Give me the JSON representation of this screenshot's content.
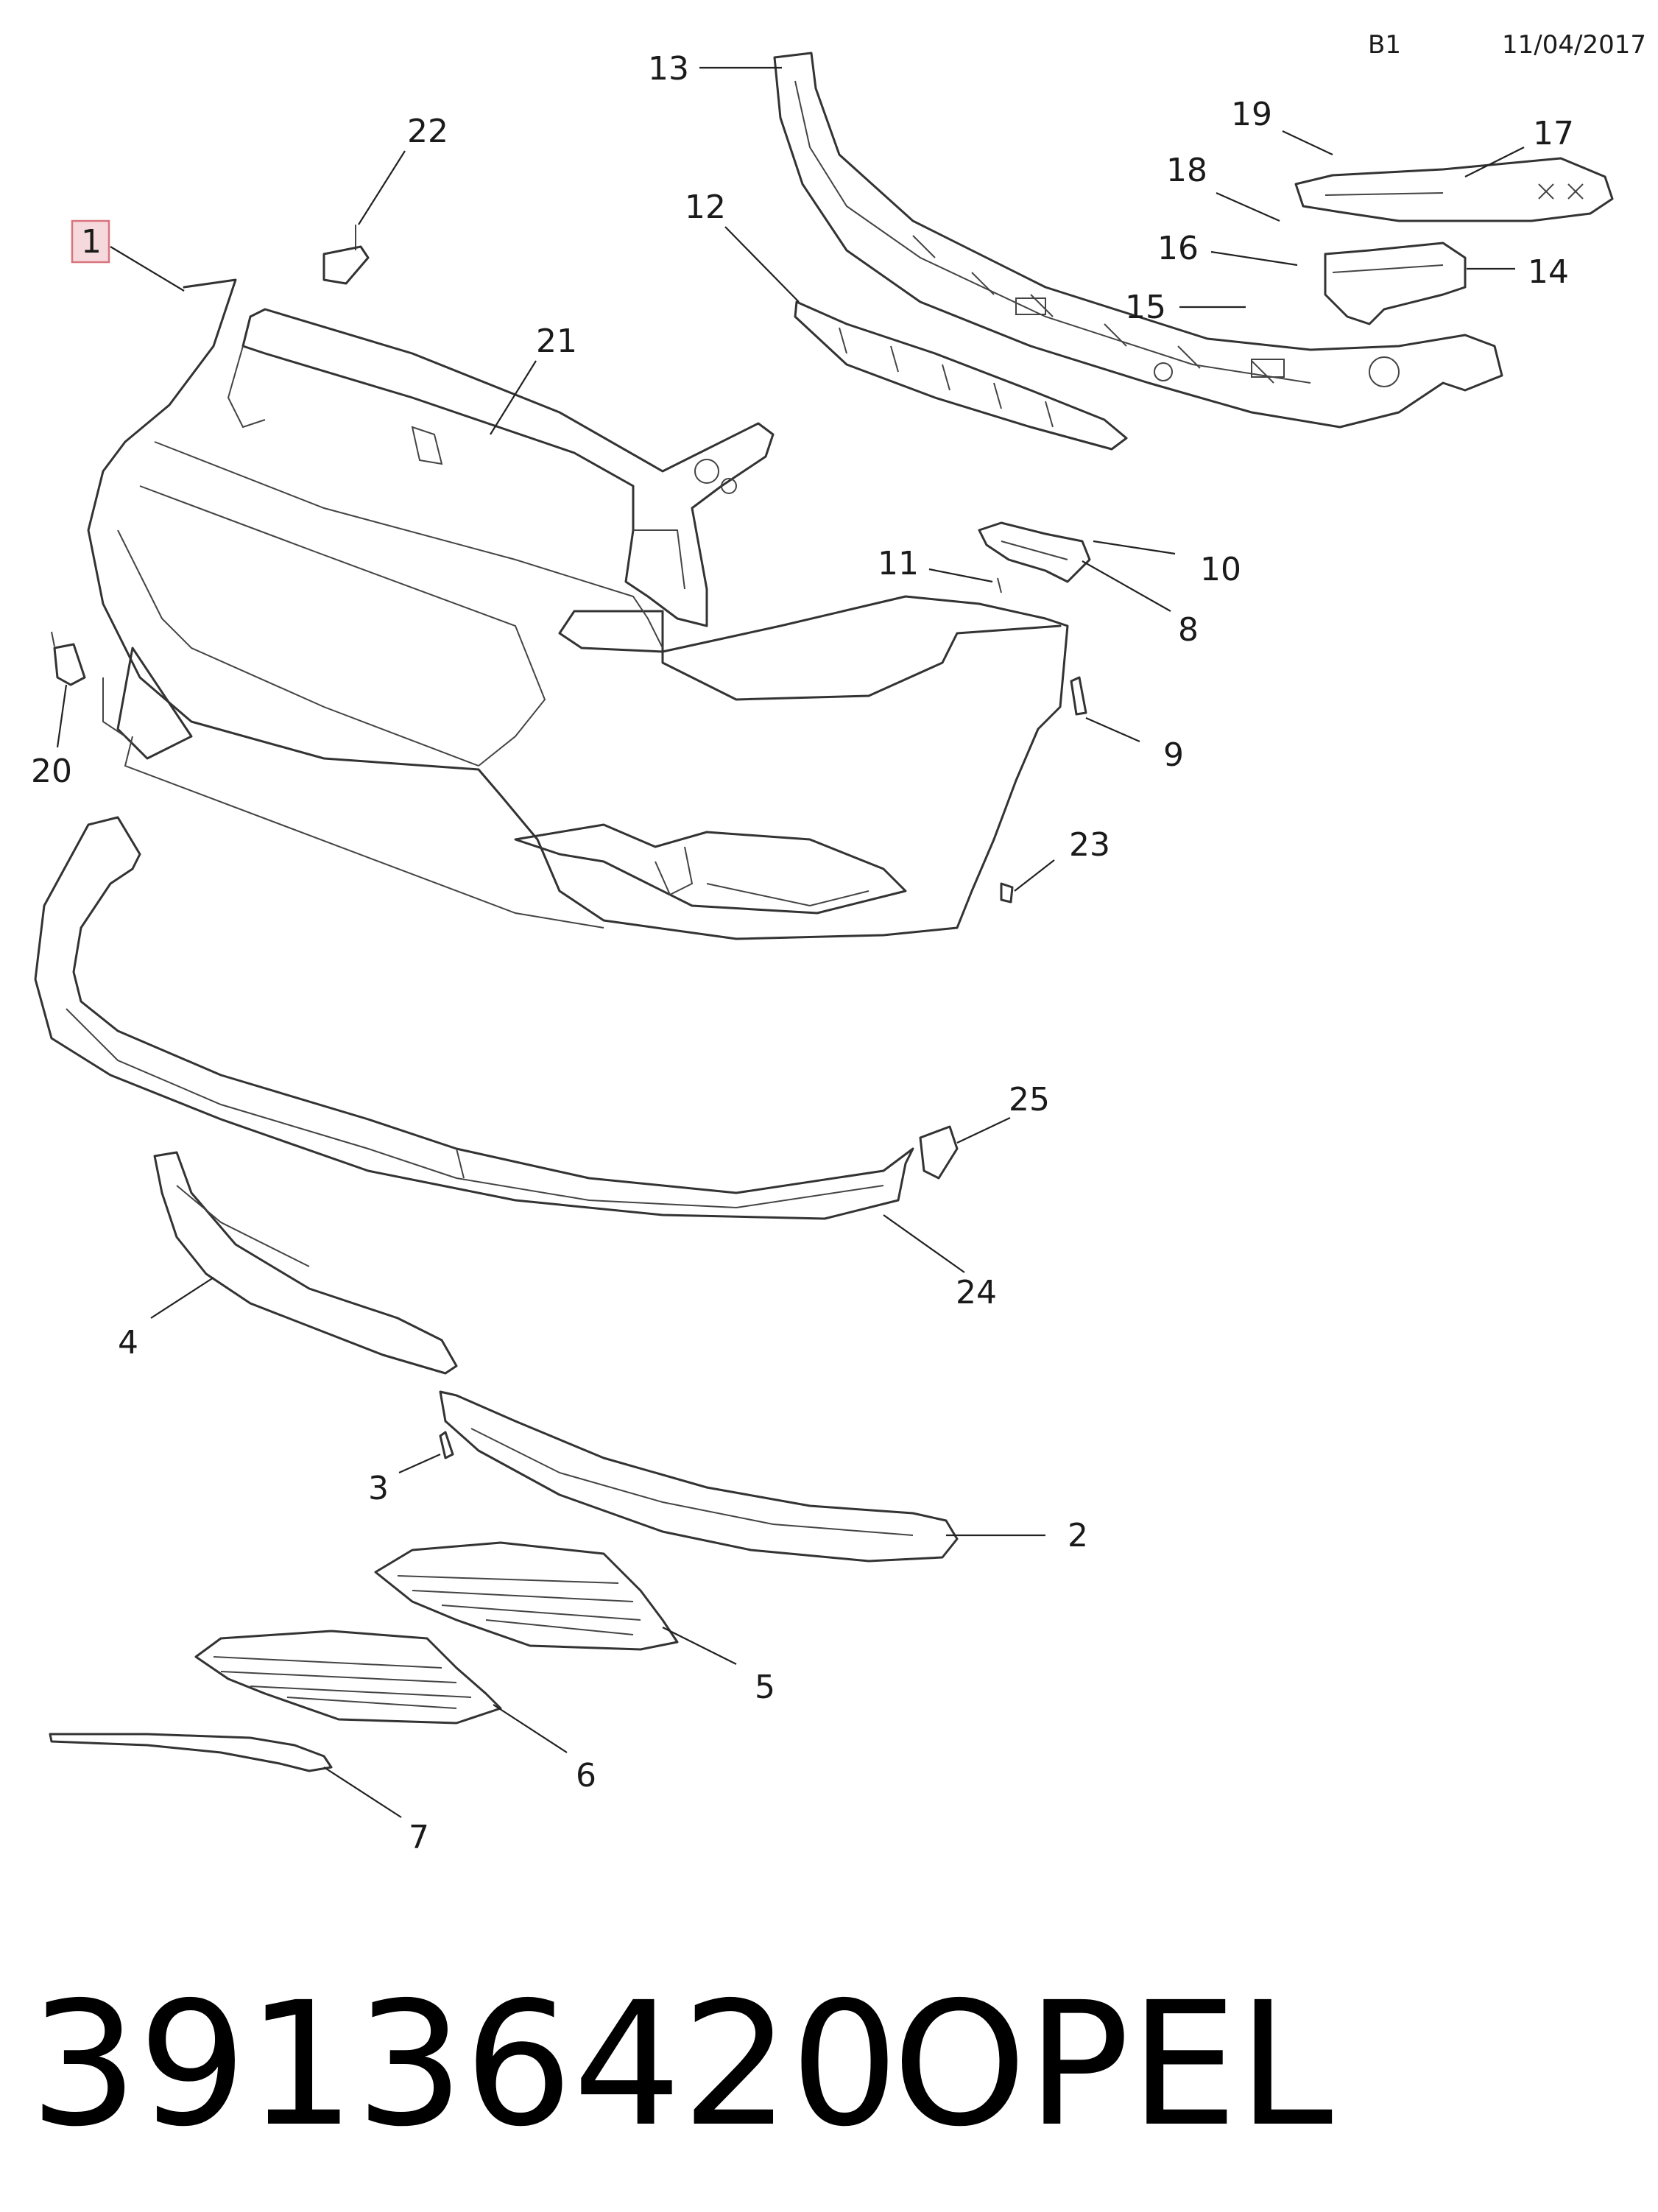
{
  "header": {
    "sheet": "B1",
    "date": "11/04/2017"
  },
  "callouts": [
    {
      "id": "c1",
      "label": "1",
      "highlighted": true
    },
    {
      "id": "c2",
      "label": "2"
    },
    {
      "id": "c3",
      "label": "3"
    },
    {
      "id": "c4",
      "label": "4"
    },
    {
      "id": "c5",
      "label": "5"
    },
    {
      "id": "c6",
      "label": "6"
    },
    {
      "id": "c7",
      "label": "7"
    },
    {
      "id": "c8",
      "label": "8"
    },
    {
      "id": "c9",
      "label": "9"
    },
    {
      "id": "c10",
      "label": "10"
    },
    {
      "id": "c11",
      "label": "11"
    },
    {
      "id": "c12",
      "label": "12"
    },
    {
      "id": "c13",
      "label": "13"
    },
    {
      "id": "c14",
      "label": "14"
    },
    {
      "id": "c15",
      "label": "15"
    },
    {
      "id": "c16",
      "label": "16"
    },
    {
      "id": "c17",
      "label": "17"
    },
    {
      "id": "c18",
      "label": "18"
    },
    {
      "id": "c19",
      "label": "19"
    },
    {
      "id": "c20",
      "label": "20"
    },
    {
      "id": "c21",
      "label": "21"
    },
    {
      "id": "c22",
      "label": "22"
    },
    {
      "id": "c23",
      "label": "23"
    },
    {
      "id": "c24",
      "label": "24"
    },
    {
      "id": "c25",
      "label": "25"
    }
  ],
  "footer": {
    "part_number": "39136420",
    "brand": "OPEL"
  },
  "colors": {
    "highlight_fill": "#f6d9dc",
    "highlight_stroke": "#d9747e",
    "line": "#333333"
  }
}
